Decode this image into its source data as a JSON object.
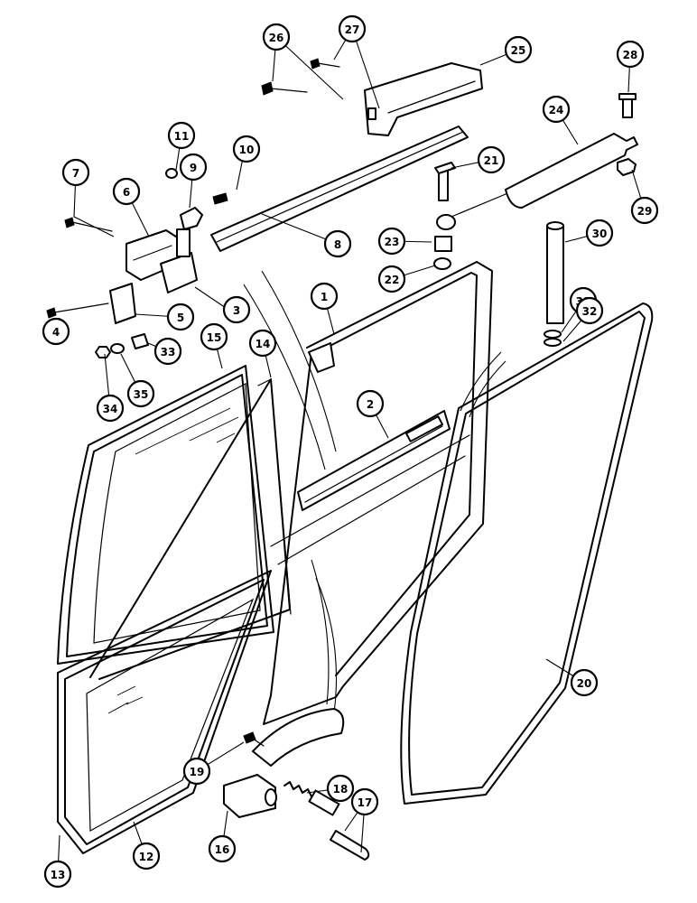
{
  "diagram": {
    "callouts": [
      {
        "label": "1"
      },
      {
        "label": "2"
      },
      {
        "label": "3"
      },
      {
        "label": "4"
      },
      {
        "label": "5"
      },
      {
        "label": "6"
      },
      {
        "label": "7"
      },
      {
        "label": "8"
      },
      {
        "label": "9"
      },
      {
        "label": "10"
      },
      {
        "label": "11"
      },
      {
        "label": "12"
      },
      {
        "label": "13"
      },
      {
        "label": "14"
      },
      {
        "label": "15"
      },
      {
        "label": "16"
      },
      {
        "label": "17"
      },
      {
        "label": "18"
      },
      {
        "label": "19"
      },
      {
        "label": "20"
      },
      {
        "label": "21"
      },
      {
        "label": "22"
      },
      {
        "label": "23"
      },
      {
        "label": "24"
      },
      {
        "label": "25"
      },
      {
        "label": "26"
      },
      {
        "label": "27"
      },
      {
        "label": "28"
      },
      {
        "label": "29"
      },
      {
        "label": "30"
      },
      {
        "label": "31"
      },
      {
        "label": "32"
      },
      {
        "label": "33"
      },
      {
        "label": "34"
      },
      {
        "label": "35"
      }
    ]
  }
}
